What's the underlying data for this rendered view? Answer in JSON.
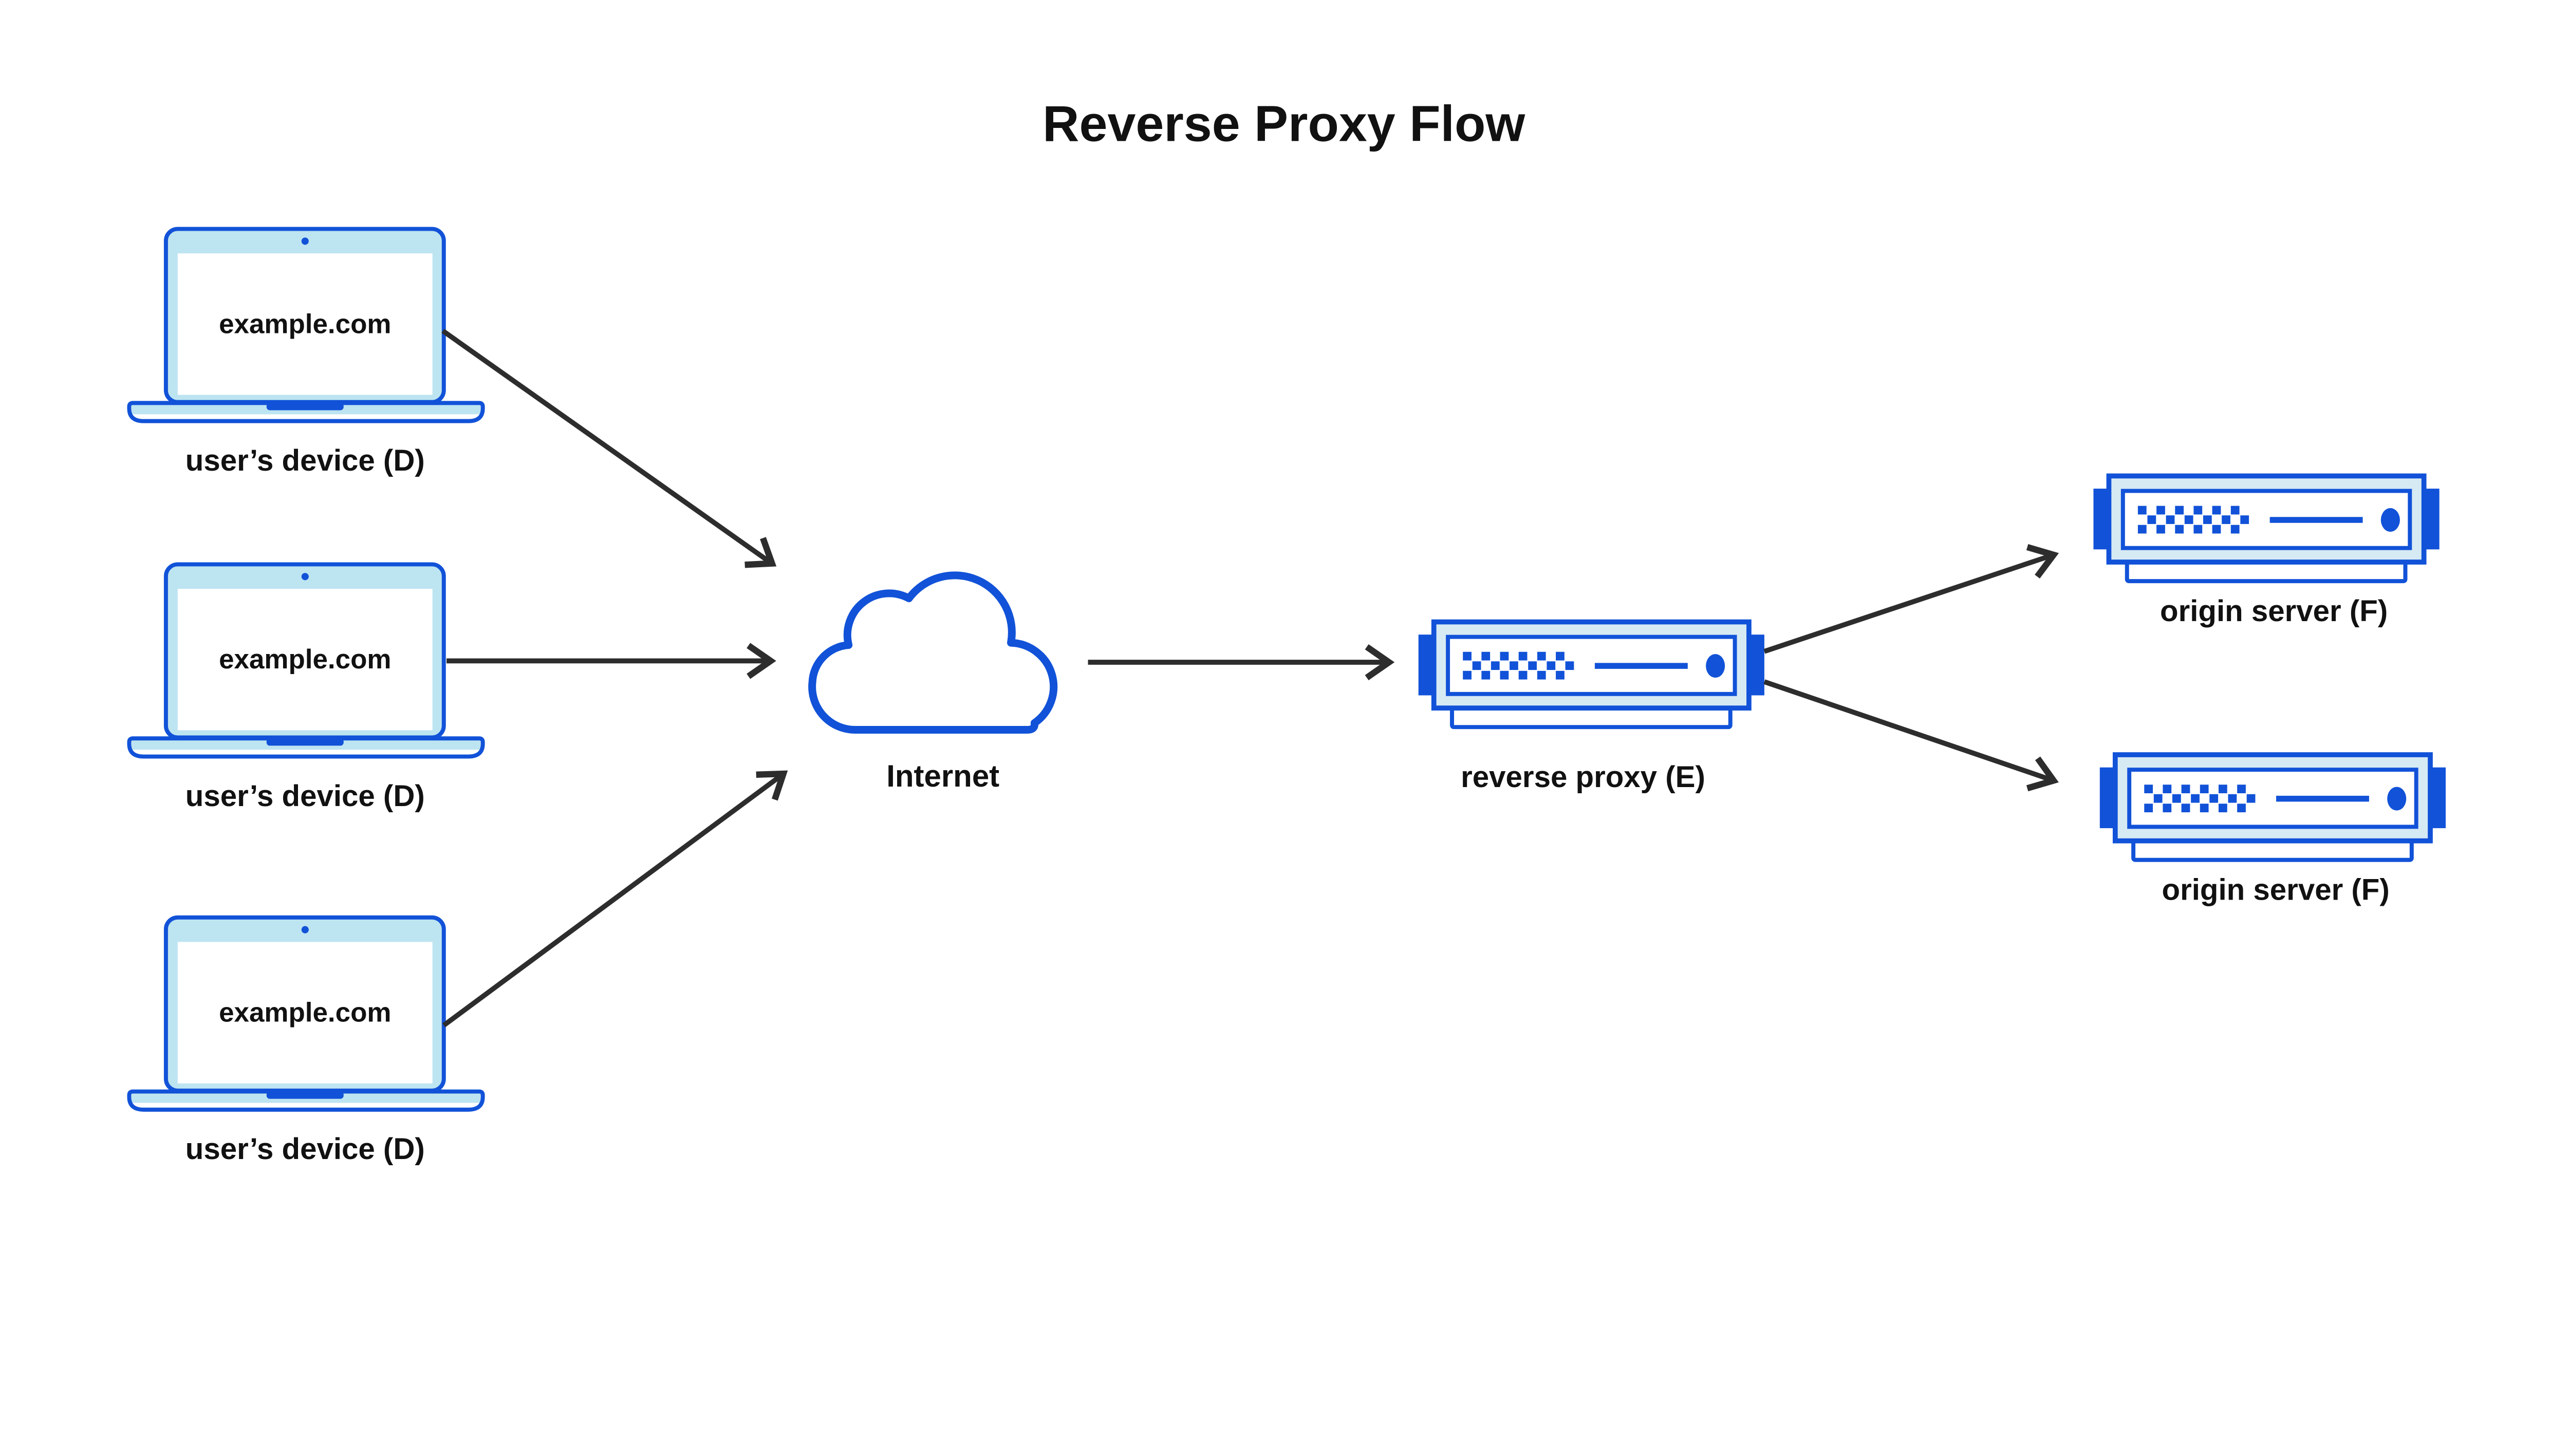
{
  "title": "Reverse Proxy Flow",
  "colors": {
    "primary_blue": "#1152d8",
    "laptop_fill": "#bde4f1",
    "server_fill": "#d6eaf4",
    "arrow_color": "#2d2d2d",
    "text_color": "#111111",
    "background": "#ffffff"
  },
  "icons": {
    "device": "laptop-icon",
    "internet": "cloud-icon",
    "proxy": "server-icon",
    "origin": "server-icon"
  },
  "nodes": {
    "devices": [
      {
        "screen_text": "example.com",
        "label": "user’s device (D)"
      },
      {
        "screen_text": "example.com",
        "label": "user’s device (D)"
      },
      {
        "screen_text": "example.com",
        "label": "user’s device (D)"
      }
    ],
    "internet": {
      "label": "Internet"
    },
    "reverse_proxy": {
      "label": "reverse proxy (E)"
    },
    "origin_servers": [
      {
        "label": "origin server (F)"
      },
      {
        "label": "origin server (F)"
      }
    ]
  },
  "edges": [
    {
      "from": "user's device (D) #1",
      "to": "Internet"
    },
    {
      "from": "user's device (D) #2",
      "to": "Internet"
    },
    {
      "from": "user's device (D) #3",
      "to": "Internet"
    },
    {
      "from": "Internet",
      "to": "reverse proxy (E)"
    },
    {
      "from": "reverse proxy (E)",
      "to": "origin server (F) #1"
    },
    {
      "from": "reverse proxy (E)",
      "to": "origin server (F) #2"
    }
  ]
}
